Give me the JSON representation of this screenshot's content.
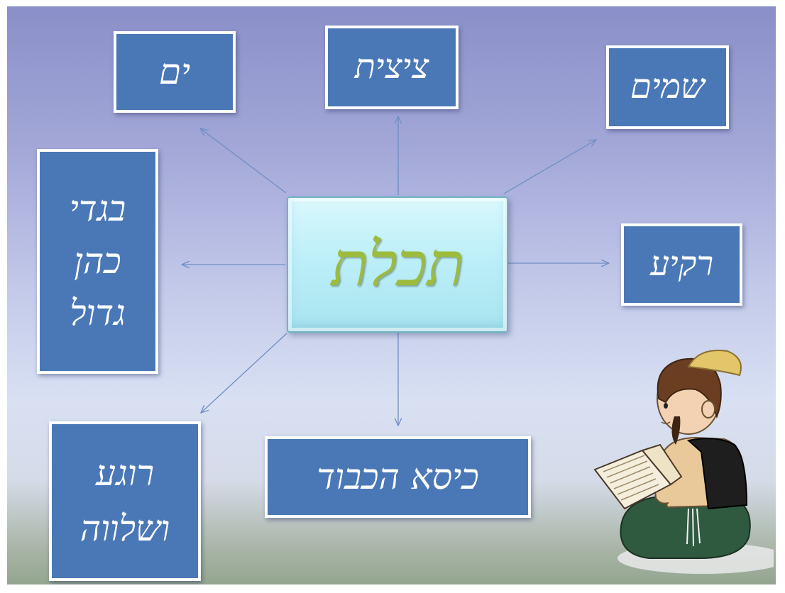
{
  "center": {
    "label": "תכלת"
  },
  "nodes": {
    "yam": "ים",
    "tzitzit": "ציצית",
    "shamayim": "שמים",
    "bigdei_line1": "בגדי",
    "bigdei_line2": "כהן",
    "bigdei_line3": "גדול",
    "rakia": "רקיע",
    "kise": "כיסא הכבוד",
    "roga_line1": "רוגע",
    "roga_line2": "ושלווה"
  },
  "colors": {
    "node_fill": "#4a78b7",
    "node_border": "#ffffff",
    "center_text": "#9dbb3c",
    "connector": "#6f8ec4"
  },
  "illustration": {
    "icon": "boy-reading-book-icon"
  }
}
